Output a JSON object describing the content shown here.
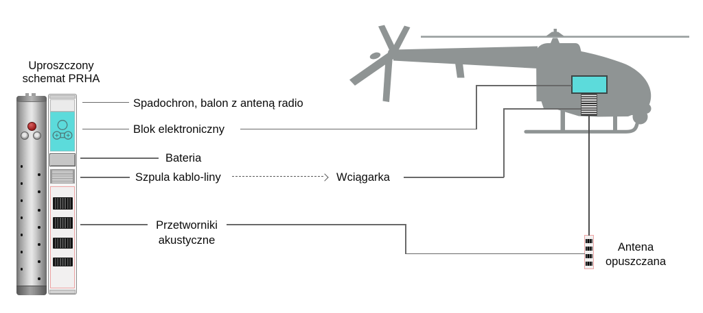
{
  "diagram_title": {
    "line1": "Uproszczony",
    "line2": "schemat PRHA"
  },
  "labels": {
    "parachute": "Spadochron, balon z anteną radio",
    "electronics": "Blok elektroniczny",
    "battery": "Bateria",
    "cable_spool": "Szpula kablo-liny",
    "winch": "Wciągarka",
    "transducers_line1": "Przetworniki",
    "transducers_line2": "akustyczne",
    "antenna_line1": "Antena",
    "antenna_line2": "opuszczana"
  },
  "colors": {
    "accent_cyan": "#5cdbdb",
    "helicopter_gray": "#8f9494",
    "transducer_frame_pink": "#eda3a3",
    "callout_line": "#686868"
  }
}
